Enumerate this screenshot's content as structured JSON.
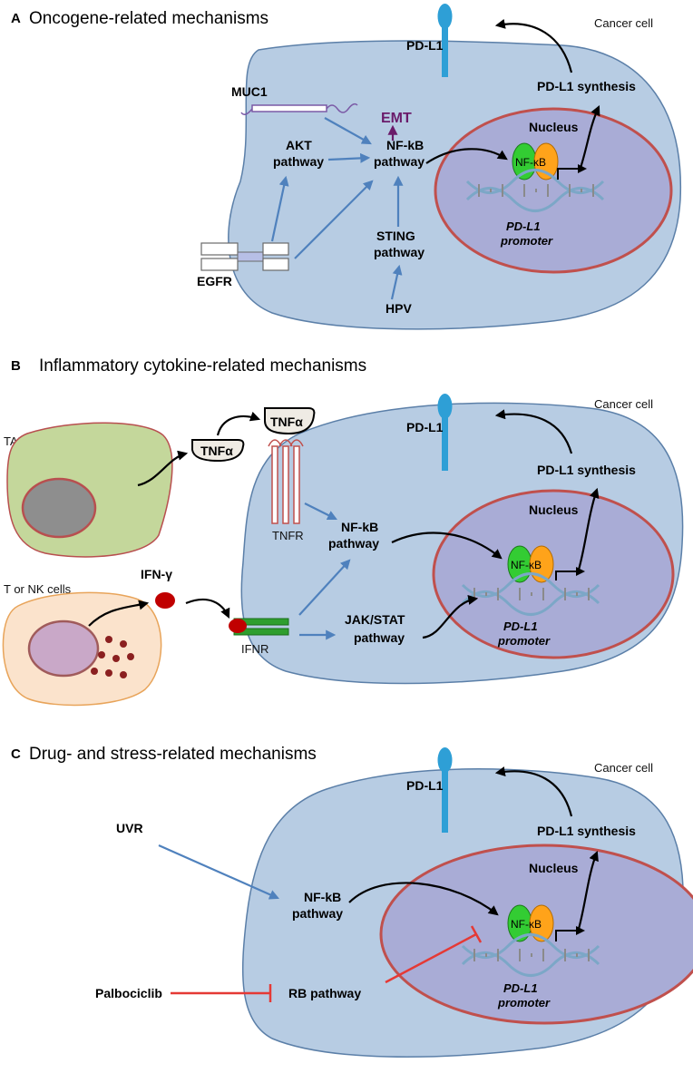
{
  "colors": {
    "cancer_cell_fill": "#b7cce3",
    "cancer_cell_stroke": "#5b7fa8",
    "nucleus_fill": "#a9acd6",
    "nucleus_stroke": "#c0504d",
    "pdl1_receptor": "#2e9fd6",
    "arrow_blue": "#4f81bd",
    "arrow_black": "#000000",
    "inhibition_red": "#e53935",
    "emt_purple": "#6a1b6a",
    "tam_fill": "#c4d79b",
    "tam_stroke": "#b84f4f",
    "tnk_fill": "#fbe3cc",
    "tnk_stroke": "#e8a45a",
    "ifn_red": "#c00000",
    "nfkb_green": "#33cc33",
    "nfkb_orange": "#ffa31a"
  },
  "panels": [
    {
      "letter": "A",
      "title": "Oncogene-related mechanisms",
      "cell": "Cancer cell",
      "pdl1": "PD-L1",
      "synthesis": "PD-L1 synthesis",
      "nucleus": "Nucleus",
      "nfkb_complex": "NF-κB",
      "promoter_1": "PD-L1",
      "promoter_2": "promoter",
      "muc1": "MUC1",
      "emt": "EMT",
      "akt_1": "AKT",
      "akt_2": "pathway",
      "nfkb_1": "NF-kB",
      "nfkb_2": "pathway",
      "sting_1": "STING",
      "sting_2": "pathway",
      "egfr": "EGFR",
      "hpv": "HPV"
    },
    {
      "letter": "B",
      "title": "Inflammatory cytokine-related mechanisms",
      "cell": "Cancer cell",
      "pdl1": "PD-L1",
      "synthesis": "PD-L1 synthesis",
      "nucleus": "Nucleus",
      "nfkb_complex": "NF-κB",
      "promoter_1": "PD-L1",
      "promoter_2": "promoter",
      "tams": "TAMs",
      "tnf_secreted": "TNFα",
      "tnf_bound": "TNFα",
      "tnfr": "TNFR",
      "tnk": "T or NK cells",
      "ifn": "IFN-γ",
      "ifnr": "IFNR",
      "nfkb_1": "NF-kB",
      "nfkb_2": "pathway",
      "jak_1": "JAK/STAT",
      "jak_2": "pathway"
    },
    {
      "letter": "C",
      "title": "Drug- and stress-related mechanisms",
      "cell": "Cancer cell",
      "pdl1": "PD-L1",
      "synthesis": "PD-L1 synthesis",
      "nucleus": "Nucleus",
      "nfkb_complex": "NF-κB",
      "promoter_1": "PD-L1",
      "promoter_2": "promoter",
      "uvr": "UVR",
      "nfkb_1": "NF-kB",
      "nfkb_2": "pathway",
      "palbociclib": "Palbociclib",
      "rb": "RB pathway"
    }
  ]
}
